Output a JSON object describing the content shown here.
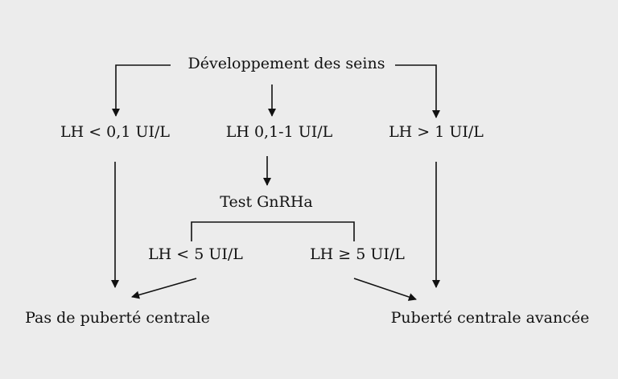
{
  "nodes": {
    "breast_development": "Développement des seins",
    "lh_low": "LH < 0,1 UI/L",
    "lh_mid": "LH  0,1-1 UI/L",
    "lh_high": "LH > 1 UI/L",
    "gnrh_test": "Test GnRHa",
    "stim_low": "LH < 5 UI/L",
    "stim_high": "LH ≥ 5 UI/L",
    "no_central_puberty": "Pas de puberté centrale",
    "advanced_central_puberty": "Puberté centrale avancée"
  }
}
